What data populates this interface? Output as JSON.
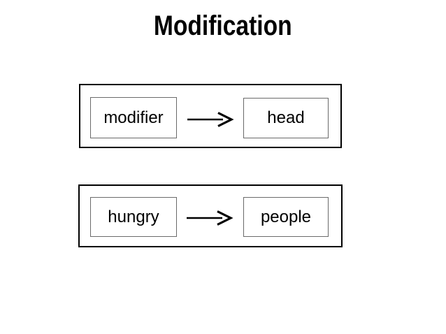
{
  "slide": {
    "title": "Modification",
    "diagram": {
      "rows": [
        {
          "source": "modifier",
          "target": "head"
        },
        {
          "source": "hungry",
          "target": "people"
        }
      ],
      "arrow_icon": "right-arrow"
    },
    "colors": {
      "background": "#ffffff",
      "title_text": "#000000",
      "node_text": "#000000",
      "outer_border": "#000000",
      "inner_border": "#6a6a6a",
      "arrow": "#000000"
    }
  }
}
